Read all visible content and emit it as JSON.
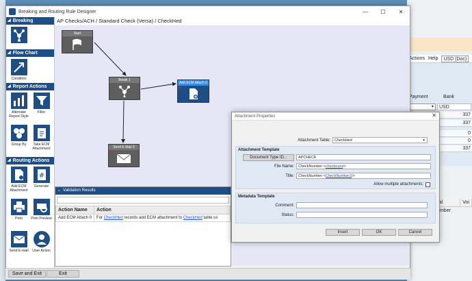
{
  "window": {
    "title": "Breaking and Routing Rule Designer",
    "min": "—",
    "max": "☐",
    "close": "✕"
  },
  "breadcrumb": "AP Checks/ACH / Standard Check (Versa) / CheckHed",
  "sidebar": {
    "sections": {
      "breaking": "Breaking",
      "flowchart": "Flow Chart",
      "report_actions": "Report Actions",
      "routing_actions": "Routing Actions"
    },
    "tools": {
      "condition": "Condition",
      "alt_style": "Alternate Report Style",
      "filter": "Filter",
      "group_by": "Group By",
      "take_ecm": "Take ECM Attachment",
      "add_ecm": "Add ECM Attachment",
      "generate": "Generate",
      "print": "Print",
      "print_preview": "Print Preview",
      "send_email": "Send E-mail",
      "user_action": "User Action"
    }
  },
  "nodes": {
    "start": "Start",
    "break1": "Break 1",
    "add_ecm": "Add ECM Attach 0",
    "send_email": "Send E-Mail 3"
  },
  "validation": {
    "title": "Validation Results",
    "col_name": "Action Name",
    "col_action": "Action",
    "row_name": "Add ECM Attach 0",
    "row_pre": "For ",
    "row_link1": "CheckHed",
    "row_mid": " records add ECM attachment to ",
    "row_link2": "CheckHed",
    "row_post": " table us"
  },
  "bottom": {
    "save_exit": "Save and Exit",
    "exit": "Exit"
  },
  "dialog": {
    "title": "Attachment Properties",
    "table_label": "Attachment Table:",
    "table_value": "CheckHed",
    "template_group": "Attachment Template",
    "doc_type_button": "Document Type ID...",
    "doc_type_value": "APCHECK",
    "file_name_label": "File Name:",
    "file_name_pre": "CheckNumber <",
    "file_name_link": "checknum",
    "file_name_post": "/>",
    "title_label": "Title:",
    "title_pre": "CheckNumber <",
    "title_link": "CheckNumber2",
    "title_post": "/>",
    "multiple_label": "Allow multiple attachments:",
    "metadata_group": "Metadata Template",
    "comment_label": "Comment:",
    "status_label": "Status:",
    "insert": "Insert",
    "ok": "OK",
    "cancel": "Cancel"
  },
  "background_app": {
    "menu_actions": "Actions",
    "menu_help": "Help",
    "currency": "USD (Doc)",
    "payment": "Payment",
    "bank": "Bank",
    "usd": "USD",
    "values": [
      "337",
      "337",
      "0",
      "0",
      "337"
    ],
    "col_legal": "egal Number",
    "col_vo": "Voi"
  },
  "colors": {
    "accent": "#1f4e85",
    "canvas": "#e6e6f7",
    "link": "#1a4fd0"
  }
}
